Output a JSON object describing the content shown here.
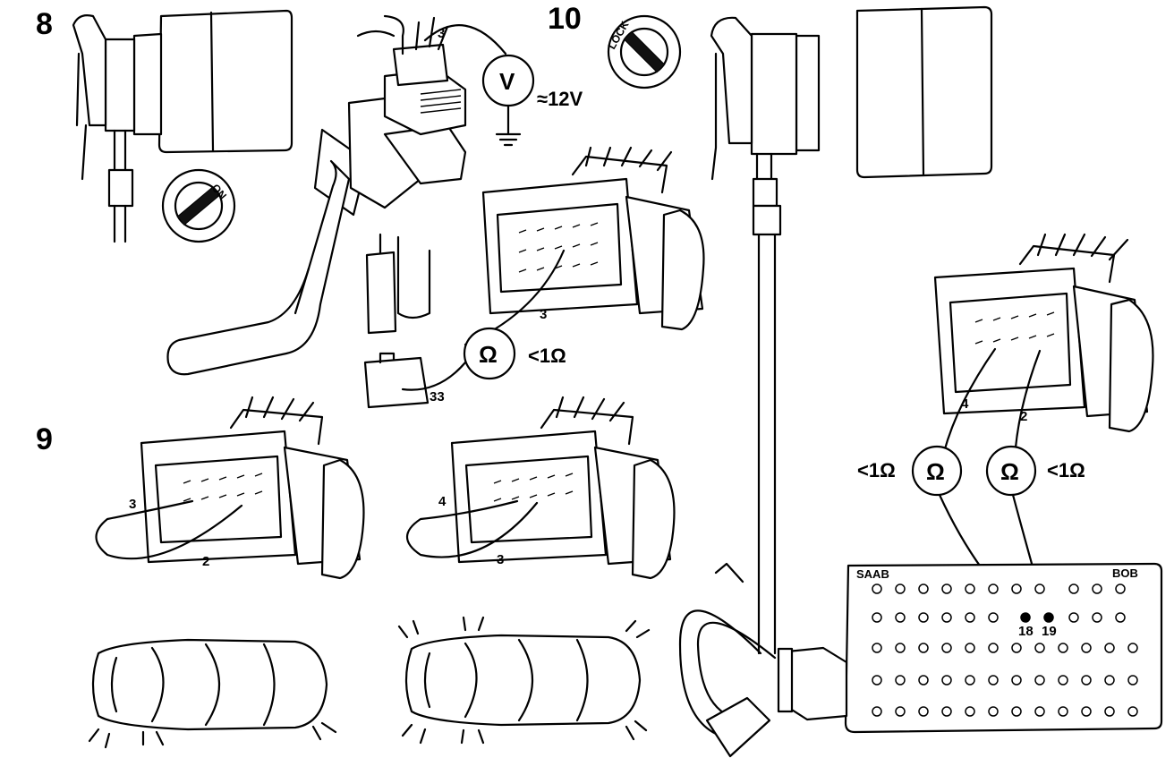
{
  "steps": {
    "s8": "8",
    "s9": "9",
    "s10": "10"
  },
  "ignition": {
    "on_label": "ON",
    "lock_label": "LOCK"
  },
  "voltmeter": {
    "symbol": "V",
    "wire": "3",
    "reading": "≈12V"
  },
  "ohm_step8": {
    "symbol": "Ω",
    "reading": "<1Ω",
    "wire_a": "3",
    "wire_b": "33"
  },
  "step9_left": {
    "wire_a": "3",
    "wire_b": "2"
  },
  "step9_right": {
    "wire_a": "4",
    "wire_b": "3"
  },
  "step10": {
    "wire_a": "4",
    "wire_b": "2",
    "meter_left": {
      "symbol": "Ω",
      "reading": "<1Ω"
    },
    "meter_right": {
      "symbol": "Ω",
      "reading": "<1Ω"
    }
  },
  "breakout_box": {
    "brand": "SAAB",
    "name": "BOB",
    "pin_a": "18",
    "pin_b": "19",
    "active_row": 2,
    "active_cols": [
      7,
      8
    ]
  }
}
